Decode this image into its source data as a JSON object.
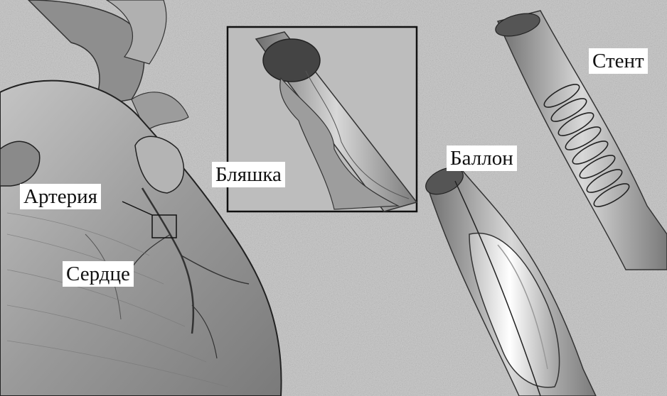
{
  "labels": {
    "artery": "Артерия",
    "heart": "Сердце",
    "plaque": "Бляшка",
    "balloon": "Баллон",
    "stent": "Стент"
  },
  "colors": {
    "background": "#cfcfcf",
    "heart_tissue": "#a9a9a9",
    "vessel_wall": "#8c8c8c",
    "outline": "#222222",
    "label_bg": "#ffffff"
  }
}
